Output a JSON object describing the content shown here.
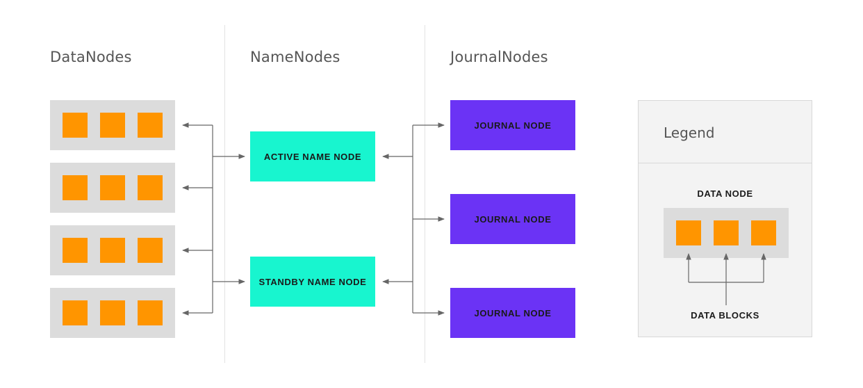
{
  "columns": {
    "datanodes_title": "DataNodes",
    "namenodes_title": "NameNodes",
    "journalnodes_title": "JournalNodes"
  },
  "namenodes": {
    "active_label": "ACTIVE NAME NODE",
    "standby_label": "STANDBY NAME NODE"
  },
  "journalnodes": {
    "items": [
      {
        "label": "JOURNAL NODE"
      },
      {
        "label": "JOURNAL NODE"
      },
      {
        "label": "JOURNAL NODE"
      }
    ]
  },
  "legend": {
    "title": "Legend",
    "data_node_label": "DATA NODE",
    "data_blocks_label": "DATA BLOCKS"
  },
  "colors": {
    "data_block": "#ff9500",
    "data_node_bg": "#dcdcdc",
    "name_node": "#18f5cf",
    "journal_node": "#6b33f5",
    "connector": "#666666"
  }
}
